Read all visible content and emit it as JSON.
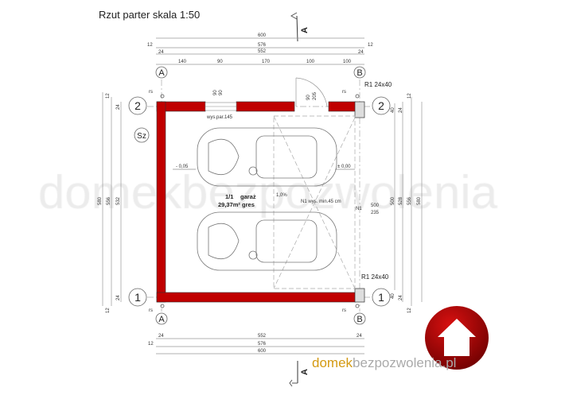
{
  "title": "Rzut parter skala 1:50",
  "watermark": "domekbezpozwolenia",
  "brand": {
    "part1": "domek",
    "part2": "bezpozwolenia.pl"
  },
  "section_marker": "A",
  "axes": {
    "a": "A",
    "b": "B",
    "one": "1",
    "two": "2",
    "sz": "Sz"
  },
  "top_dims": {
    "total": "600",
    "mid": "576",
    "inner": "552",
    "edge12": "12",
    "edge24": "24",
    "segments": [
      "140",
      "90",
      "170",
      "100",
      "100"
    ]
  },
  "bottom_dims": {
    "inner": "552",
    "mid": "576",
    "total": "600",
    "edge12": "12",
    "edge24": "24"
  },
  "left_dims": {
    "total": "580",
    "mid": "556",
    "inner": "532",
    "edge12": "12",
    "edge24": "24"
  },
  "right_dims": {
    "total": "580",
    "mid": "556",
    "inner": "528",
    "clear": "500",
    "edge12": "12",
    "edge24": "24",
    "edge40": "40"
  },
  "labels": {
    "rs": "rs",
    "pillar": "R1 24x40",
    "window_dims": [
      "90",
      "90"
    ],
    "door_dims": [
      "90",
      "205"
    ],
    "window_height": "wys.par.145",
    "level_left": "- 0,05",
    "level_right": "± 0,00",
    "room_no": "1/1",
    "room_name": "garaż",
    "room_area": "29,37m² gres",
    "slope": "1,0%",
    "lintel": "N1 wys. min.45 cm",
    "n1": "N1",
    "n1_dims": [
      "500",
      "235"
    ]
  },
  "colors": {
    "wall": "#c00000",
    "logo": "#a80000"
  }
}
